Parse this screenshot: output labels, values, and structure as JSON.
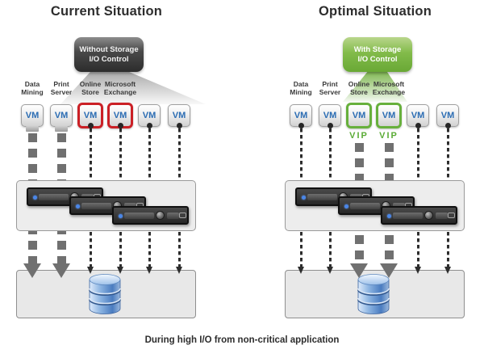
{
  "caption": "During high I/O from non-critical application",
  "vm_label": "VM",
  "vip_label": "VIP",
  "panels": [
    {
      "title": "Current Situation",
      "badge": {
        "line1": "Without Storage",
        "line2": "I/O Control"
      },
      "apps": [
        {
          "line1": "Data",
          "line2": "Mining"
        },
        {
          "line1": "Print",
          "line2": "Server"
        },
        {
          "line1": "Online",
          "line2": "Store"
        },
        {
          "line1": "Microsoft",
          "line2": "Exchange"
        }
      ],
      "highlight_color": "#cb2026"
    },
    {
      "title": "Optimal Situation",
      "badge": {
        "line1": "With Storage",
        "line2": "I/O Control"
      },
      "apps": [
        {
          "line1": "Data",
          "line2": "Mining"
        },
        {
          "line1": "Print",
          "line2": "Server"
        },
        {
          "line1": "Online",
          "line2": "Store"
        },
        {
          "line1": "Microsoft",
          "line2": "Exchange"
        }
      ],
      "highlight_color": "#67b03c"
    }
  ],
  "icons": {
    "storage": "database-cylinder-icon",
    "host": "server-unit-icon"
  },
  "colors": {
    "critical_border": "#cb2026",
    "vip_border": "#67b03c",
    "vip_text": "#5aab35",
    "badge_dark": "#3a3a3a",
    "badge_green": "#7fb944",
    "vm_text_blue": "#2a6cb3",
    "heavy_io_gray": "#707070",
    "light_io_dark": "#2d2d2d"
  }
}
